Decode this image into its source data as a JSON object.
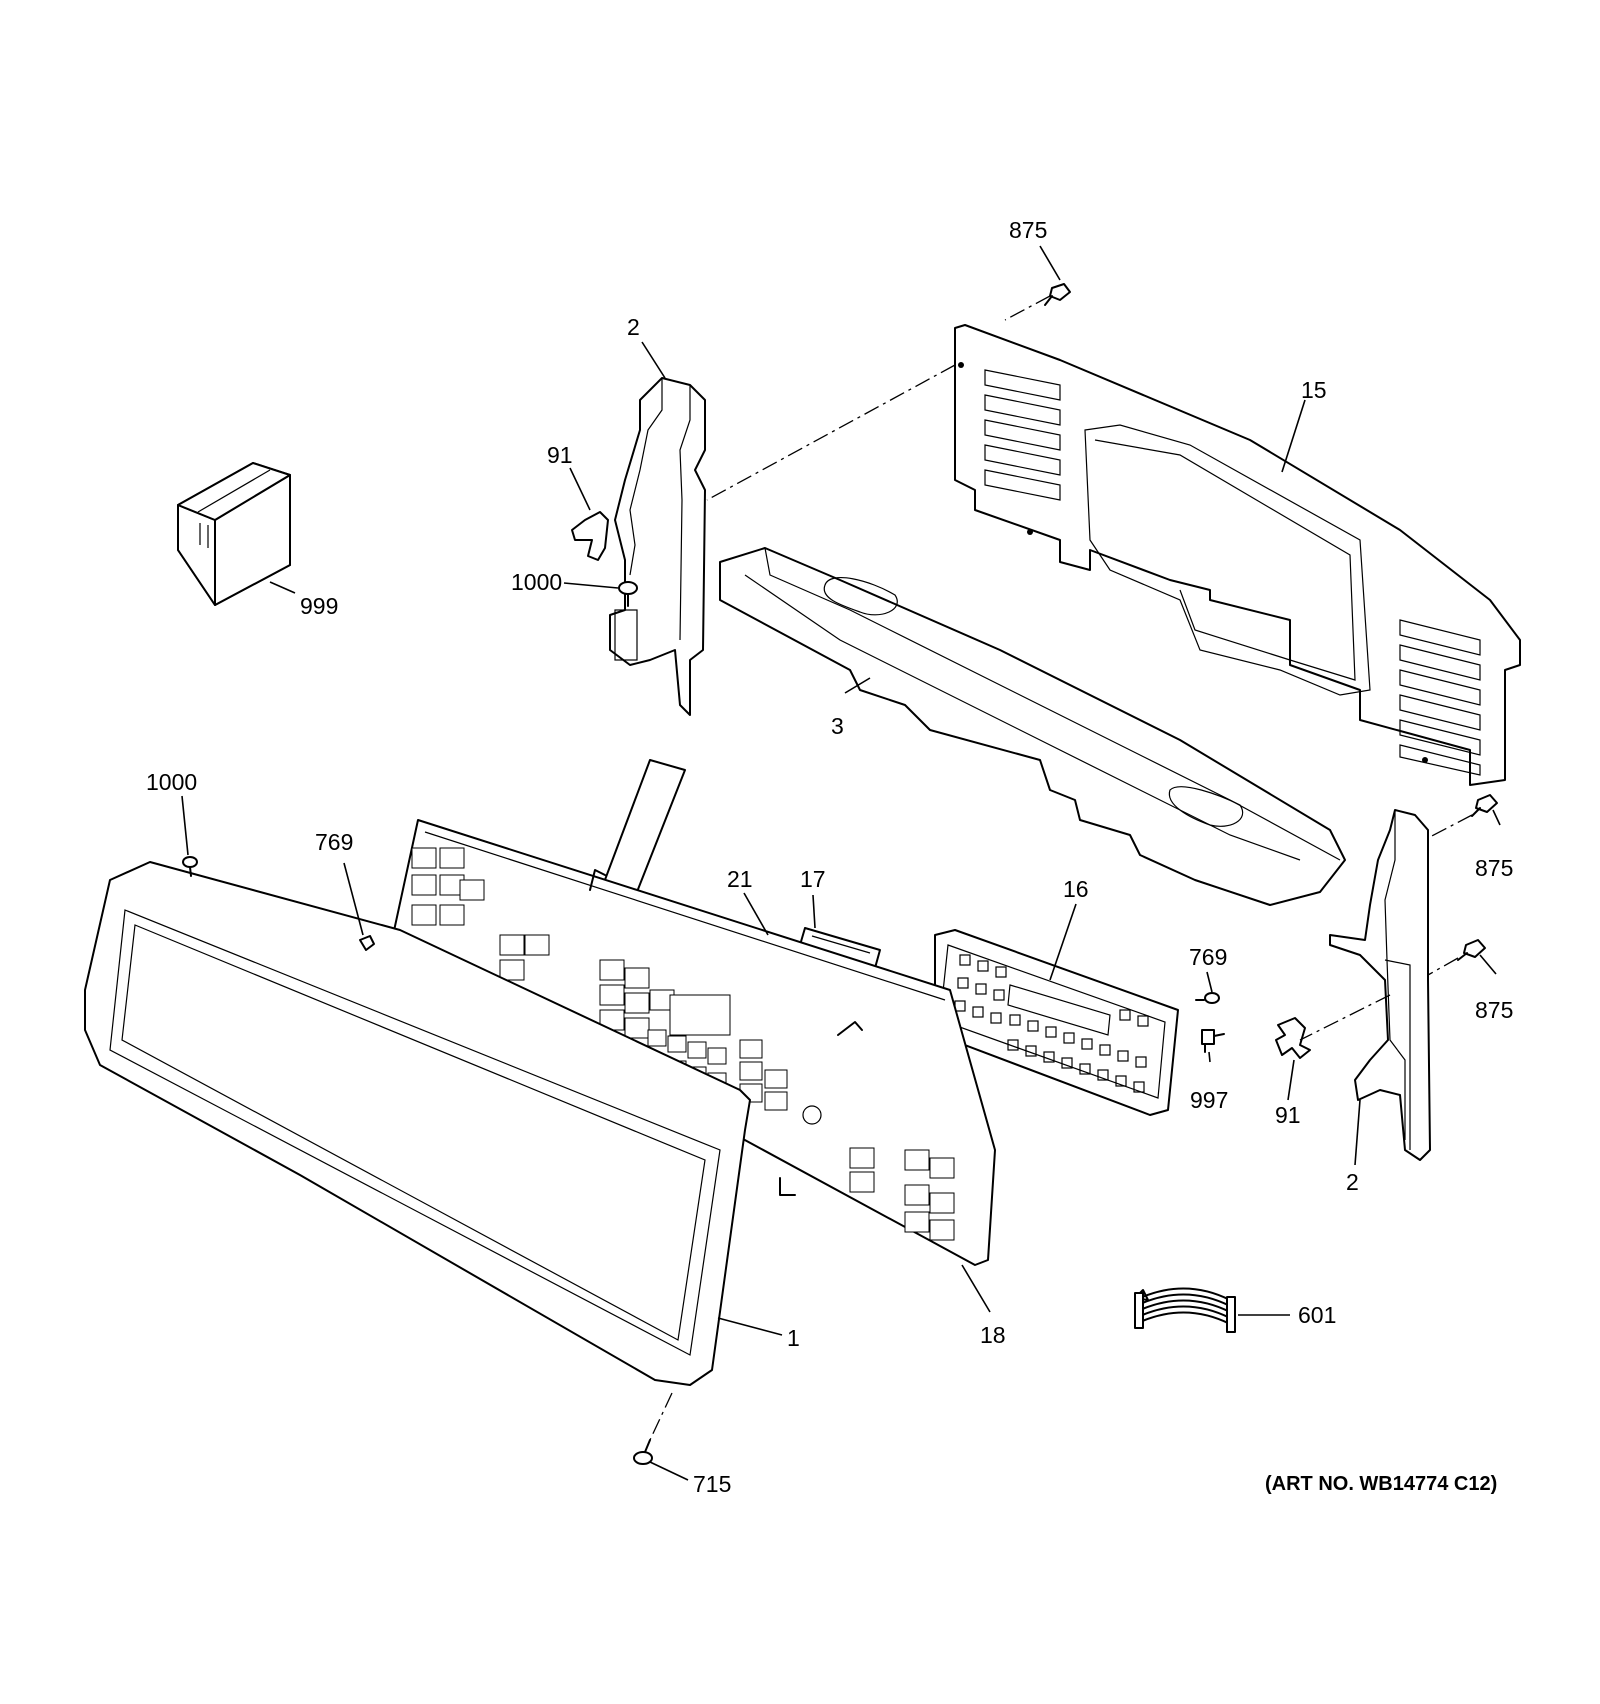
{
  "diagram": {
    "art_number": "(ART NO. WB14774 C12)",
    "callouts": [
      {
        "id": "c-875-top",
        "label": "875"
      },
      {
        "id": "c-2-left",
        "label": "2"
      },
      {
        "id": "c-15",
        "label": "15"
      },
      {
        "id": "c-91-left",
        "label": "91"
      },
      {
        "id": "c-1000-upper",
        "label": "1000"
      },
      {
        "id": "c-999",
        "label": "999"
      },
      {
        "id": "c-3",
        "label": "3"
      },
      {
        "id": "c-1000-lower",
        "label": "1000"
      },
      {
        "id": "c-769-left",
        "label": "769"
      },
      {
        "id": "c-21",
        "label": "21"
      },
      {
        "id": "c-17",
        "label": "17"
      },
      {
        "id": "c-16",
        "label": "16"
      },
      {
        "id": "c-875-right-upper",
        "label": "875"
      },
      {
        "id": "c-769-right",
        "label": "769"
      },
      {
        "id": "c-875-right-lower",
        "label": "875"
      },
      {
        "id": "c-997",
        "label": "997"
      },
      {
        "id": "c-91-right",
        "label": "91"
      },
      {
        "id": "c-2-right",
        "label": "2"
      },
      {
        "id": "c-18",
        "label": "18"
      },
      {
        "id": "c-1",
        "label": "1"
      },
      {
        "id": "c-601",
        "label": "601"
      },
      {
        "id": "c-715",
        "label": "715"
      }
    ]
  }
}
